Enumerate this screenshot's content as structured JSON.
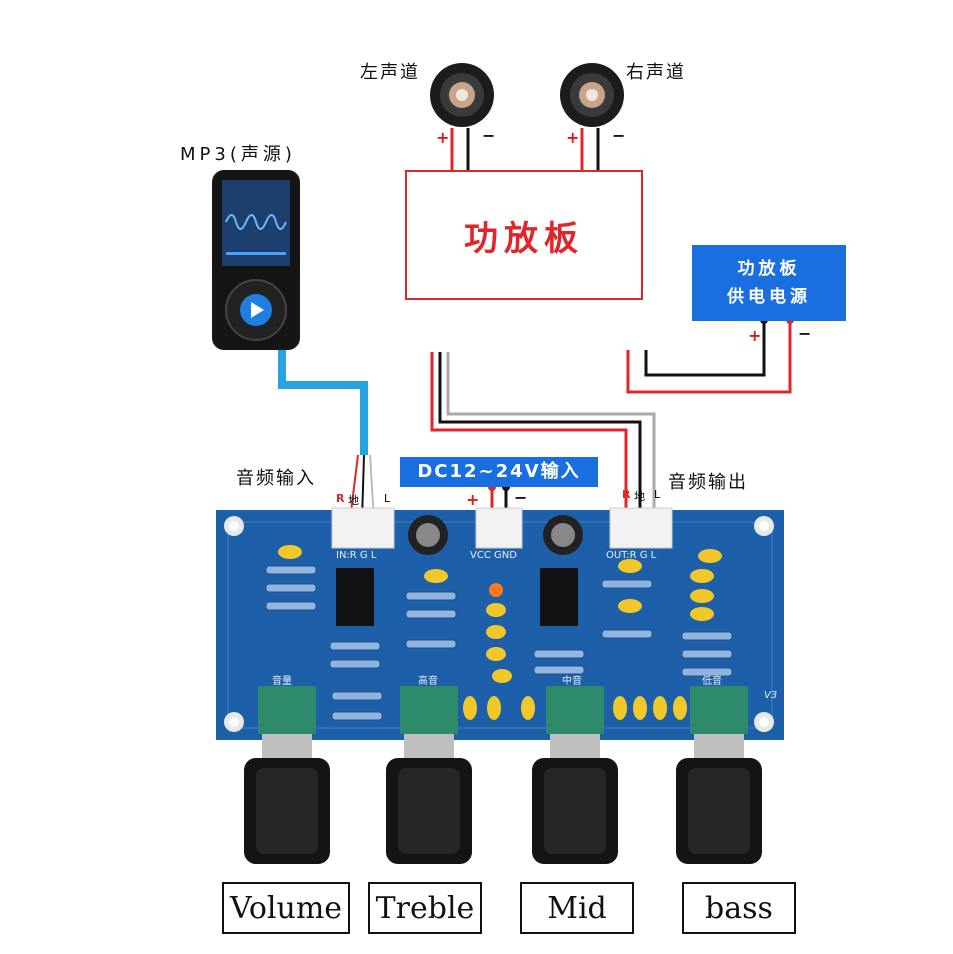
{
  "speakers": {
    "left_label": "左声道",
    "right_label": "右声道",
    "plus": "+",
    "minus": "−"
  },
  "amp_board": {
    "label": "功放板"
  },
  "power_supply": {
    "line1": "功放板",
    "line2": "供电电源",
    "plus": "+",
    "minus": "−"
  },
  "source": {
    "label": "MP3(声源)"
  },
  "input": {
    "label": "音频输入",
    "pins": [
      "R",
      "地",
      "L"
    ]
  },
  "output": {
    "label": "音频输出",
    "pins": [
      "R",
      "地",
      "L"
    ]
  },
  "dc_input": {
    "label": "DC12~24V输入",
    "plus": "+",
    "minus": "−"
  },
  "pcb": {
    "in_marking": "IN:R G L",
    "vcc_marking": "VCC GND",
    "out_marking": "OUT:R G L",
    "knob_markings": [
      "音量",
      "高音",
      "中音",
      "低音"
    ],
    "version": "V3"
  },
  "knobs": [
    "Volume",
    "Treble",
    "Mid",
    "bass"
  ],
  "colors": {
    "red_wire": "#e0262a",
    "blue_wire": "#29a3e0",
    "board_blue": "#1d5fa8",
    "label_blue": "#1a6fe0"
  }
}
